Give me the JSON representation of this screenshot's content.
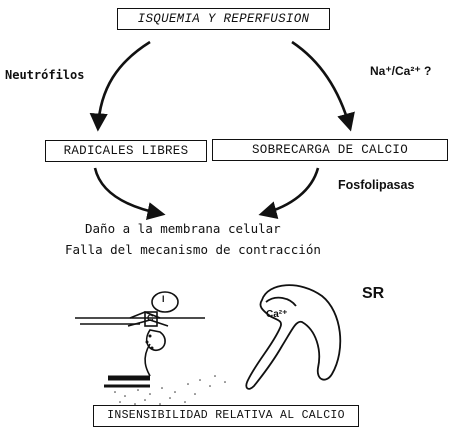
{
  "boxes": {
    "top": "ISQUEMIA Y REPERFUSION",
    "left": "RADICALES LIBRES",
    "right": "SOBRECARGA DE CALCIO",
    "bottom": "INSENSIBILIDAD RELATIVA AL CALCIO"
  },
  "labels": {
    "left_arrow": "Neutrófilos",
    "right_arrow": "Na⁺/Ca²⁺ ?",
    "right_lower": "Fosfolipasas",
    "damage_line1": "Daño a la membrana celular",
    "damage_line2": "Falla del mecanismo de contracción"
  },
  "illustration": {
    "sr_label": "SR",
    "ca_label": "Ca²⁺",
    "marker_label": "I",
    "c_label": "C"
  }
}
